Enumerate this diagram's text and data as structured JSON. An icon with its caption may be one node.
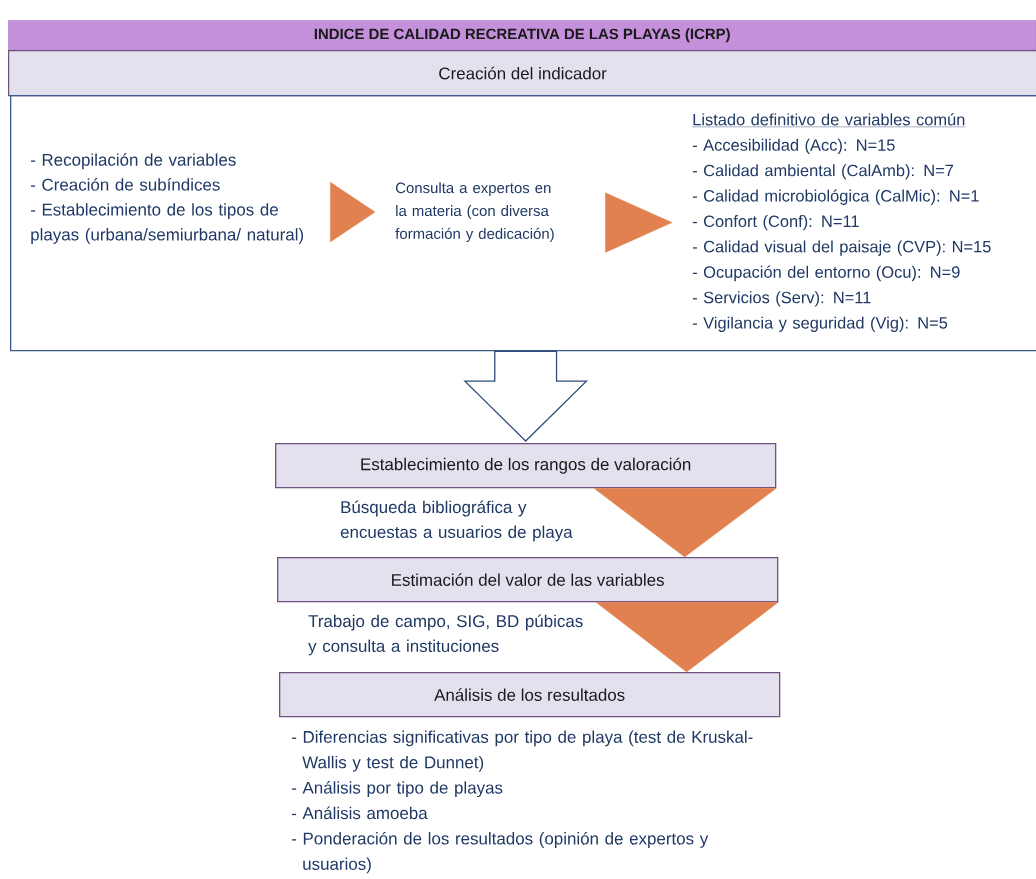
{
  "diagram": {
    "nodes": [
      {
        "text": [
          "INDICE DE CALIDAD RECREATIVA DE LAS PLAYAS (ICRP)"
        ]
      },
      {
        "text": [
          "Creación del indicador"
        ]
      },
      {
        "text": [],
        "shape": "box"
      },
      {
        "text": [
          "- Recopilación de variables",
          "- Creación de subíndices",
          "- Establecimiento de los tipos de playas (urbana/semiurbana/ natural)"
        ],
        "in": 2
      },
      {
        "text": [
          "Consulta a expertos en la materia (con diversa formación y dedicación)"
        ],
        "in": 2
      },
      {
        "text": [
          "Listado definitivo de variables común",
          "- Accesibilidad (Acc): N=15",
          "- Calidad ambiental (CalAmb): N=7",
          "- Calidad microbiológica (CalMic): N=1",
          "- Confort (Conf): N=11",
          "- Calidad visual del paisaje (CVP): N=15",
          "- Ocupación del entorno (Ocu): N=9",
          "- Servicios (Serv): N=11",
          "- Vigilancia y seguridad (Vig): N=5"
        ],
        "in": 2
      },
      {
        "text": [
          "Establecimiento de los rangos de valoración"
        ],
        "beside": [
          "Búsqueda bibliográfica y encuestas a usuarios de playa"
        ]
      },
      {
        "text": [
          "Estimación del valor de las variables"
        ],
        "beside": [
          "Trabajo de campo, SIG, BD púbicas y consulta a instituciones"
        ]
      },
      {
        "text": [
          "Análisis de los resultados"
        ],
        "beside": [
          "- Diferencias significativas por tipo de playa (test de Kruskal-Wallis y test de Dunnet)",
          "- Análisis por tipo de playas",
          "- Análisis amoeba",
          "- Ponderación de los resultados (opinión de expertos y usuarios)"
        ]
      }
    ],
    "edges": [
      {
        "from": 3,
        "to": 4,
        "arrow": "to"
      },
      {
        "from": 4,
        "to": 5,
        "arrow": "to"
      },
      {
        "from": 2,
        "to": 6,
        "arrow": "to",
        "color": "#2f4d7a"
      },
      {
        "from": 6,
        "to": 7,
        "arrow": "to"
      },
      {
        "from": 7,
        "to": 8,
        "arrow": "to"
      }
    ]
  }
}
